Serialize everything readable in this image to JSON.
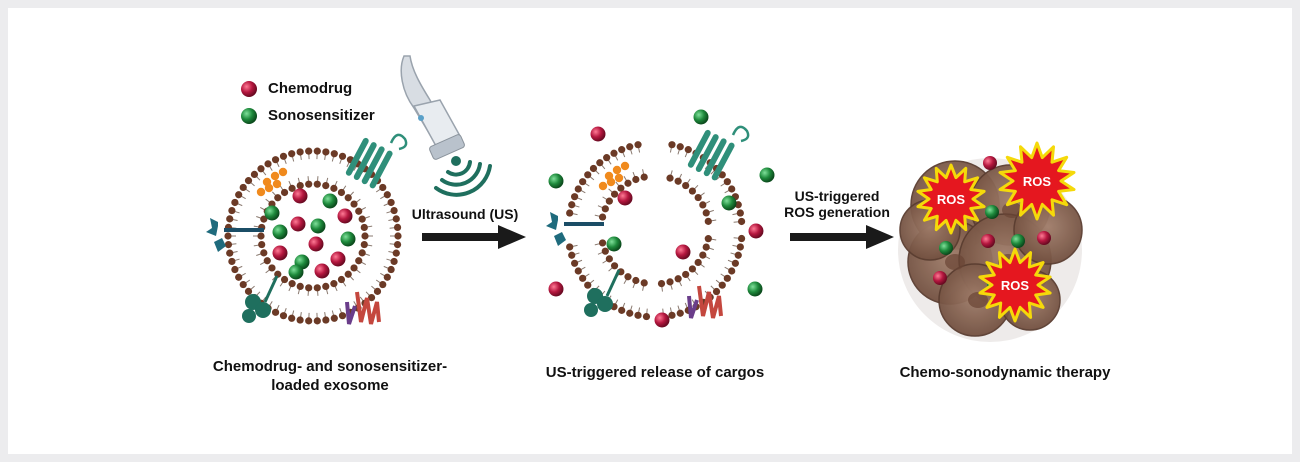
{
  "legend": {
    "chemodrug": "Chemodrug",
    "sonosensitizer": "Sonosensitizer"
  },
  "labels": {
    "ultrasound": "Ultrasound (US)",
    "ros_generation_line1": "US-triggered",
    "ros_generation_line2": "ROS generation",
    "ros": "ROS",
    "caption_left_line1": "Chemodrug- and sonosensitizer-",
    "caption_left_line2": "loaded exosome",
    "caption_middle": "US-triggered release of cargos",
    "caption_right": "Chemo-sonodynamic therapy"
  },
  "colors": {
    "chemodrug": "#b5173f",
    "sonosensitizer": "#1e8a3c",
    "lipid_head": "#6b3a26",
    "protein_teal": "#2f8f7a",
    "protein_orange": "#f08a1d",
    "ros_fill": "#e5171f",
    "ros_outline": "#f5d90a",
    "arrow": "#1a1a1a",
    "tumor": "#8d6a58"
  }
}
